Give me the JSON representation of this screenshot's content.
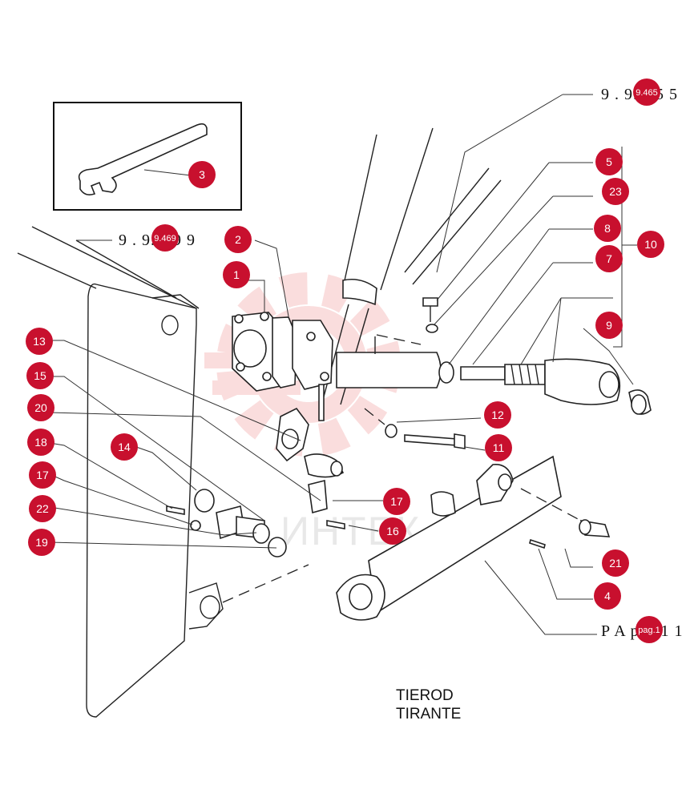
{
  "colors": {
    "badge": "#c8102e",
    "watermark": "#f6c3c3",
    "line": "#222222"
  },
  "watermark": {
    "logo": "gear-logo",
    "text": "ИНТЕК"
  },
  "caption": {
    "line1": "TIEROD",
    "line2": "TIRANTE"
  },
  "refs": {
    "top_right": {
      "text": "9 . 9.465 5",
      "badge": "9.465"
    },
    "left": {
      "text": "9 . 9.469 9",
      "badge": "9.469"
    },
    "page": {
      "text": "P A pag.1  1",
      "badge": "pag.1"
    }
  },
  "callouts": {
    "c1": "1",
    "c2": "2",
    "c3": "3",
    "c4": "4",
    "c5": "5",
    "c7": "7",
    "c8": "8",
    "c9": "9",
    "c10": "10",
    "c11": "11",
    "c12": "12",
    "c13": "13",
    "c14": "14",
    "c15": "15",
    "c16": "16",
    "c17a": "17",
    "c17b": "17",
    "c18": "18",
    "c19": "19",
    "c20": "20",
    "c21": "21",
    "c22": "22",
    "c23": "23"
  }
}
